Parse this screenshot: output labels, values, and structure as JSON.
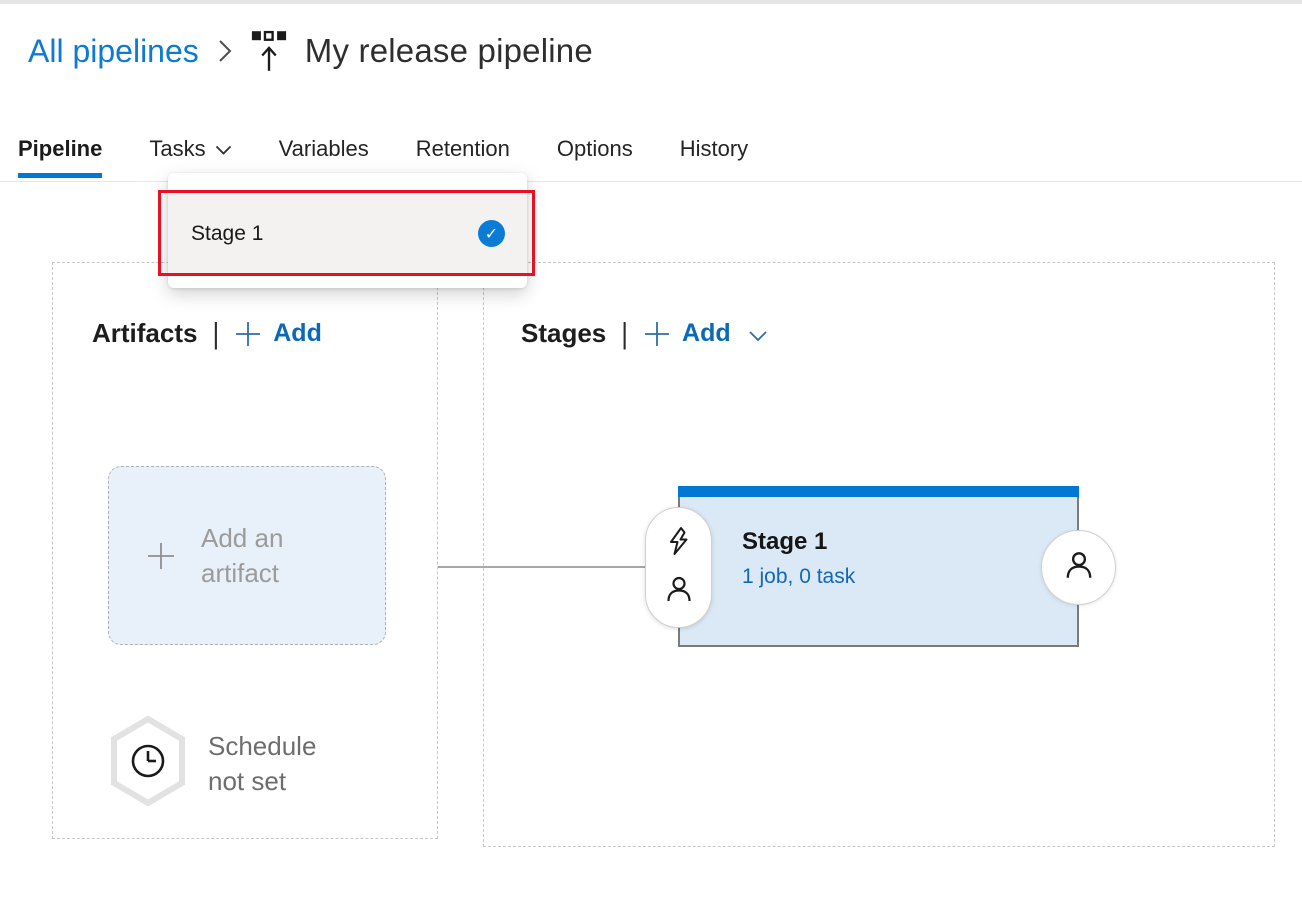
{
  "breadcrumb": {
    "parent": "All pipelines",
    "separator": ">",
    "current": "My release pipeline"
  },
  "tabs": [
    {
      "label": "Pipeline",
      "active": true
    },
    {
      "label": "Tasks",
      "has_dropdown": true
    },
    {
      "label": "Variables"
    },
    {
      "label": "Retention"
    },
    {
      "label": "Options"
    },
    {
      "label": "History"
    }
  ],
  "tasks_dropdown": {
    "items": [
      {
        "label": "Stage 1",
        "selected": true,
        "check_glyph": "✓"
      }
    ]
  },
  "artifacts_panel": {
    "title": "Artifacts",
    "separator": "|",
    "add_label": "Add",
    "add_artifact_label": "Add an artifact",
    "schedule_label": "Schedule not set"
  },
  "stages_panel": {
    "title": "Stages",
    "separator": "|",
    "add_label": "Add",
    "stage_card": {
      "title": "Stage 1",
      "subtitle": "1 job, 0 task"
    }
  },
  "icons": {
    "release_pipeline": "three-squares-with-up-arrow",
    "breadcrumb_chevron": "chevron-right",
    "tasks_chevron": "chevron-down",
    "add_plus": "plus",
    "stages_add_chevron": "chevron-down",
    "selected_check": "check-circle",
    "pre_deploy_lightning": "lightning-bolt",
    "pre_deploy_person": "person",
    "post_deploy_person": "person",
    "schedule_clock": "clock-in-hexagon"
  },
  "colors": {
    "accent_blue": "#0078d4",
    "link_blue": "#0e7ad3",
    "add_link_blue": "#0b69b8",
    "subtitle_blue": "#1268b4",
    "annotation_red": "#e81123",
    "card_fill": "#dbe9f6",
    "artifact_box_fill": "#e8f1fa",
    "muted_gray": "#9b9b9b"
  }
}
